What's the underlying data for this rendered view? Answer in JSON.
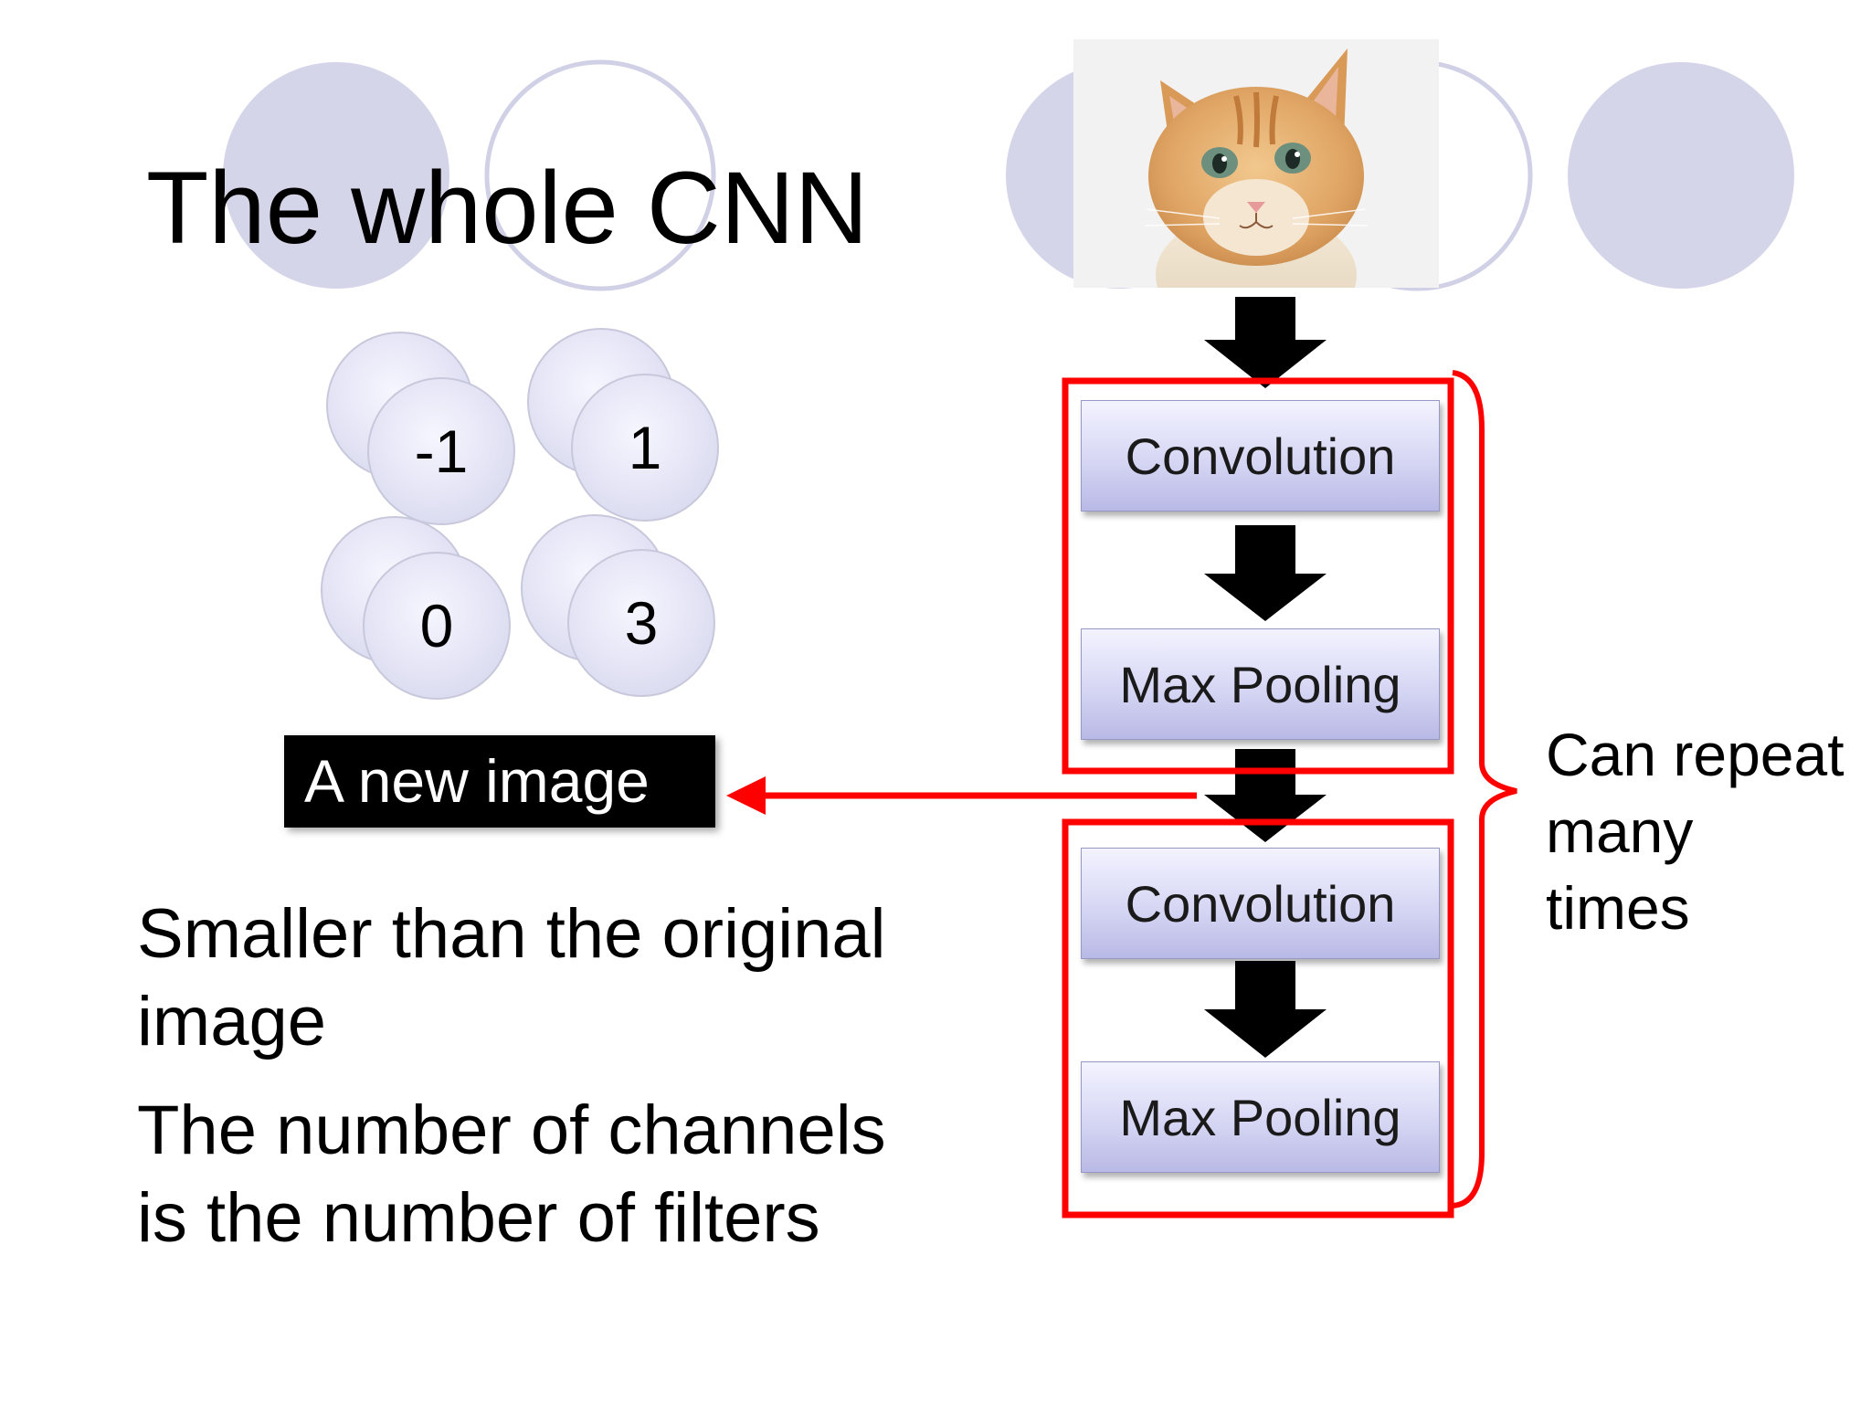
{
  "slide": {
    "title": "The whole CNN"
  },
  "feature_map": {
    "values": [
      "-1",
      "1",
      "0",
      "3"
    ]
  },
  "new_image_label": "A new image",
  "notes": {
    "line1": "Smaller than the original",
    "line2": "image",
    "line3": "The number of channels",
    "line4": "is the number of filters"
  },
  "pipeline": {
    "input_image": "cat-photo",
    "layers": [
      {
        "label": "Convolution"
      },
      {
        "label": "Max Pooling"
      },
      {
        "label": "Convolution"
      },
      {
        "label": "Max Pooling"
      }
    ]
  },
  "repeat_note": {
    "lines": [
      "Can repeat",
      "many",
      "times"
    ]
  },
  "colors": {
    "highlight_red": "#ff0000",
    "circle_fill": "#d5d5ea",
    "circle_stroke": "#d0d0e6",
    "box_top": "#f3f3ff",
    "box_bottom": "#b9b9e6",
    "label_bg": "#000000",
    "arrow": "#000000"
  }
}
